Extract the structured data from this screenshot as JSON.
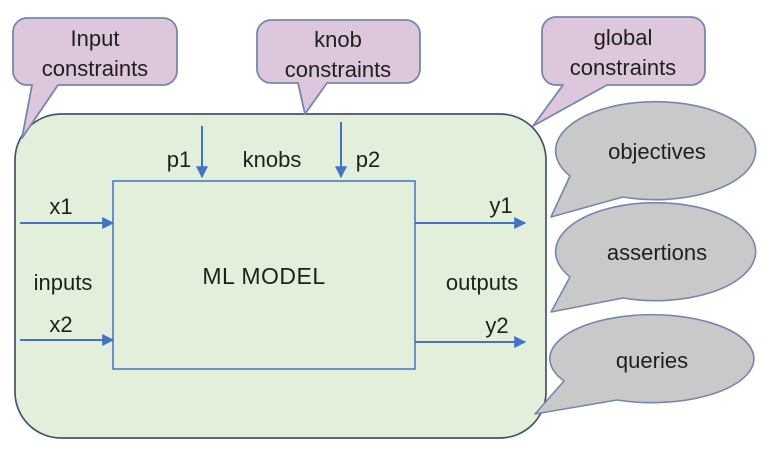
{
  "colors": {
    "container_fill": "#e2efda",
    "container_border": "#44546a",
    "callout_fill": "#dcc7dd",
    "callout_border": "#7786ab",
    "bubble_fill": "#c9c9c9",
    "bubble_border": "#7786ab",
    "arrow": "#4472c4",
    "model_border": "#4472c4",
    "text": "#1f1f1f"
  },
  "callouts": {
    "input": {
      "line1": "Input",
      "line2": "constraints"
    },
    "knob": {
      "line1": "knob",
      "line2": "constraints"
    },
    "global": {
      "line1": "global",
      "line2": "constraints"
    }
  },
  "container": {
    "model_label": "ML MODEL",
    "knobs_label": "knobs",
    "inputs_label": "inputs",
    "outputs_label": "outputs",
    "knob_ports": {
      "p1": "p1",
      "p2": "p2"
    },
    "input_ports": {
      "x1": "x1",
      "x2": "x2"
    },
    "output_ports": {
      "y1": "y1",
      "y2": "y2"
    }
  },
  "bubbles": {
    "objectives": "objectives",
    "assertions": "assertions",
    "queries": "queries"
  }
}
